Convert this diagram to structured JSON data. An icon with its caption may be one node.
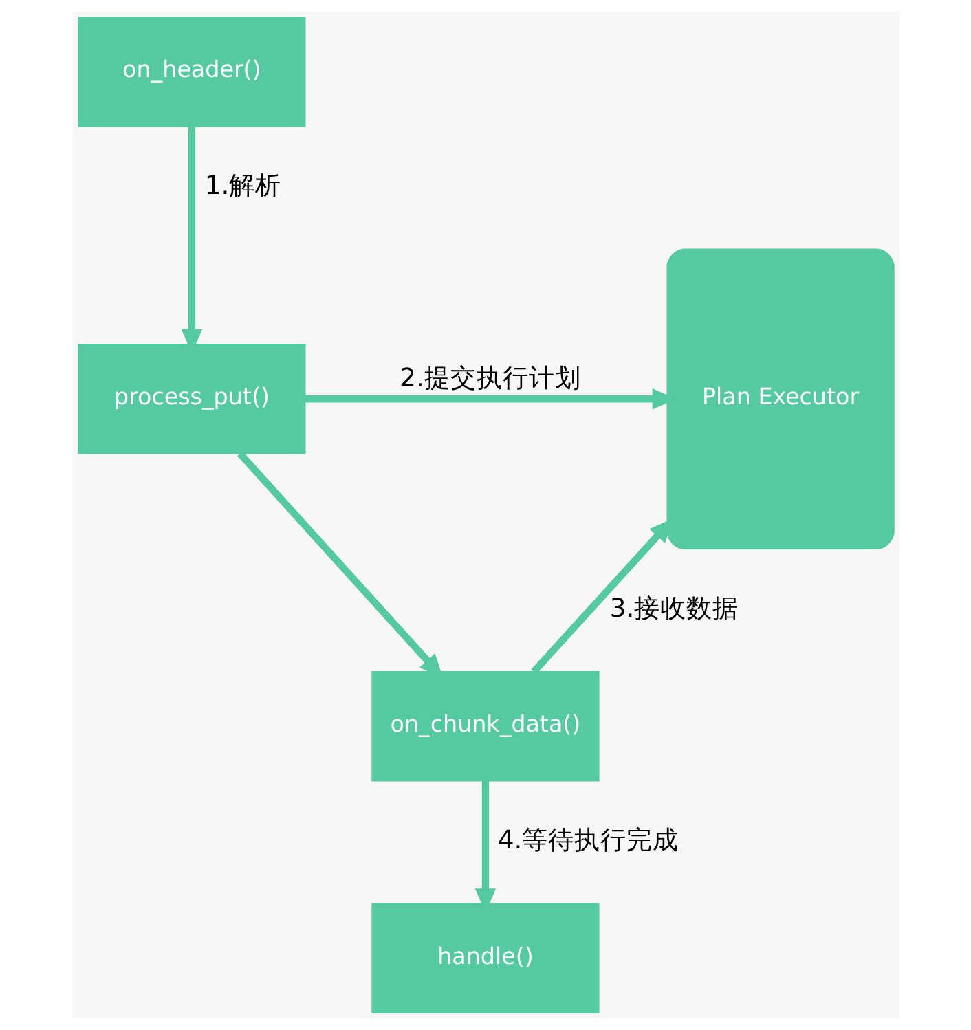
{
  "diagram": {
    "nodes": [
      {
        "text": [
          "on_header()"
        ]
      },
      {
        "text": [
          "process_put()"
        ]
      },
      {
        "text": [
          "on_chunk_data()"
        ]
      },
      {
        "text": [
          "handle()"
        ]
      },
      {
        "text": [
          "Plan Executor"
        ]
      }
    ],
    "edges": [
      {
        "from": 0,
        "to": 1,
        "arrow": "to",
        "label": "1.解析"
      },
      {
        "from": 1,
        "to": 4,
        "arrow": "to",
        "label": "2.提交执行计划"
      },
      {
        "from": 1,
        "to": 2,
        "arrow": "to"
      },
      {
        "from": 2,
        "to": 4,
        "arrow": "to",
        "label": "3.接收数据"
      },
      {
        "from": 2,
        "to": 3,
        "arrow": "to",
        "label": "4.等待执行完成"
      }
    ]
  }
}
